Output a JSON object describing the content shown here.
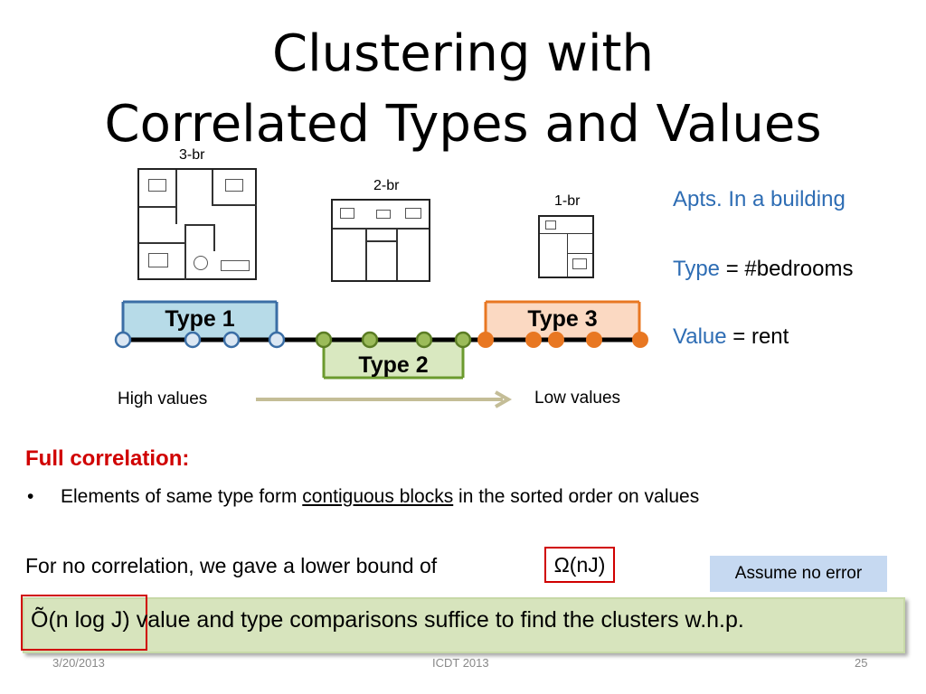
{
  "title": {
    "line1": "Clustering with",
    "line2": "Correlated Types and Values"
  },
  "floorplans": [
    {
      "label": "3-br"
    },
    {
      "label": "2-br"
    },
    {
      "label": "1-br"
    }
  ],
  "side_notes": {
    "line1": "Apts. In a building",
    "type_word": "Type",
    "type_rest": " = #bedrooms",
    "value_word": "Value",
    "value_rest": " = rent"
  },
  "diagram": {
    "type1": "Type 1",
    "type2": "Type 2",
    "type3": "Type 3",
    "high": "High values",
    "low": "Low values",
    "colors": {
      "type1": "#3b6ea5",
      "type2": "#6b9a2e",
      "type3": "#e87722",
      "box1": "#b7dbe8",
      "box2": "#d9e8c0",
      "box3": "#fbd9c2"
    }
  },
  "full_correlation": {
    "heading": "Full correlation:",
    "bullet_pre": "Elements of  same type form ",
    "bullet_underline": "contiguous blocks",
    "bullet_post": " in the sorted order on values"
  },
  "lower_bound": {
    "text": "For no correlation, we gave a lower bound of ",
    "bound": "Ω(nJ)"
  },
  "assume": "Assume no error",
  "result": {
    "bound": "Õ(n log J)",
    "text": "  value and type comparisons suffice to find the clusters w.h.p."
  },
  "footer": {
    "date": "3/20/2013",
    "venue": "ICDT 2013",
    "page": "25"
  }
}
